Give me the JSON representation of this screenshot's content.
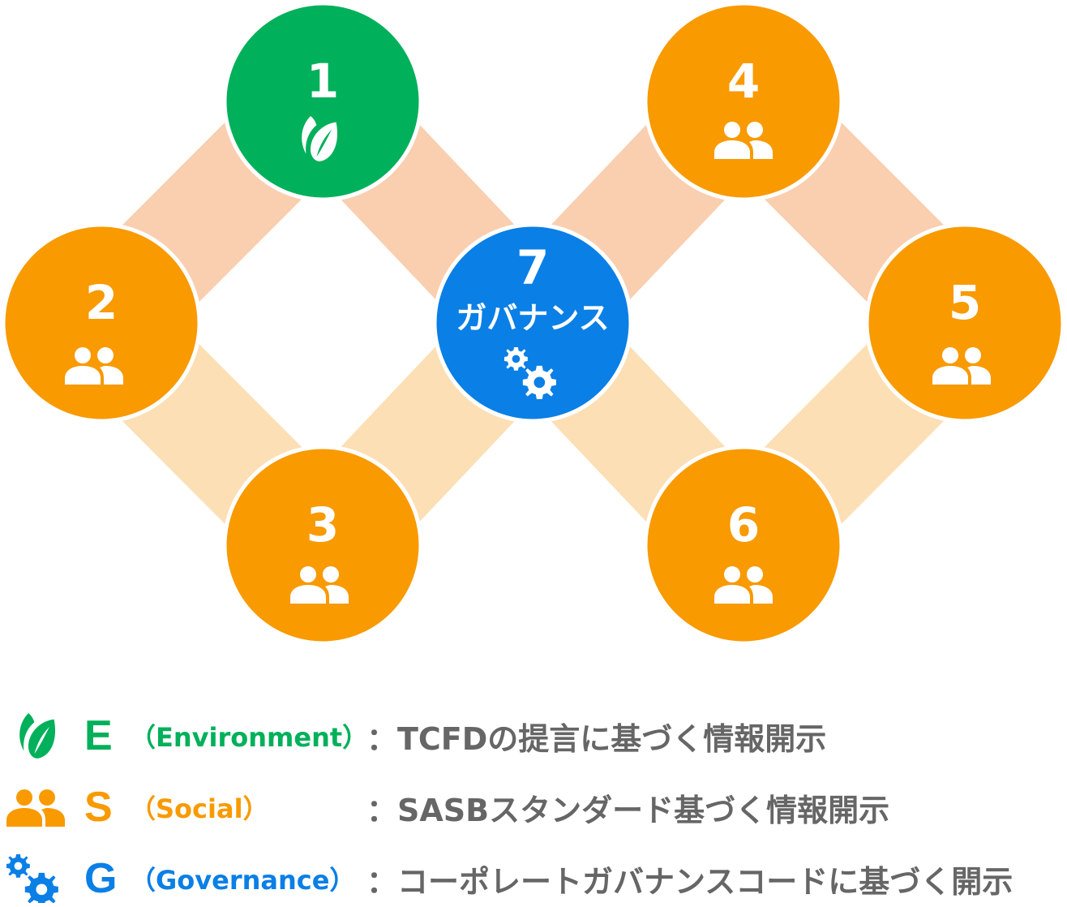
{
  "colors": {
    "orange": "#f89a00",
    "green": "#00b05a",
    "blue": "#0a7fe6",
    "band_upper": "#f9cfb0",
    "band_lower": "#fcdfb4",
    "text_gray": "#666666"
  },
  "nodes": [
    {
      "number": "1",
      "category": "E",
      "icon": "leaf-icon"
    },
    {
      "number": "2",
      "category": "S",
      "icon": "people-icon"
    },
    {
      "number": "3",
      "category": "S",
      "icon": "people-icon"
    },
    {
      "number": "4",
      "category": "S",
      "icon": "people-icon"
    },
    {
      "number": "5",
      "category": "S",
      "icon": "people-icon"
    },
    {
      "number": "6",
      "category": "S",
      "icon": "people-icon"
    },
    {
      "number": "7",
      "category": "G",
      "icon": "gears-icon",
      "label": "ガバナンス"
    }
  ],
  "legend": [
    {
      "letter": "E",
      "name": "（Environment）",
      "desc": "：TCFDの提言に基づく情報開示",
      "icon": "leaf-icon"
    },
    {
      "letter": "S",
      "name": "（Social）",
      "desc": "：SASBスタンダード基づく情報開示",
      "icon": "people-icon"
    },
    {
      "letter": "G",
      "name": "（Governance）",
      "desc": "：コーポレートガバナンスコードに基づく開示",
      "icon": "gears-icon"
    }
  ]
}
